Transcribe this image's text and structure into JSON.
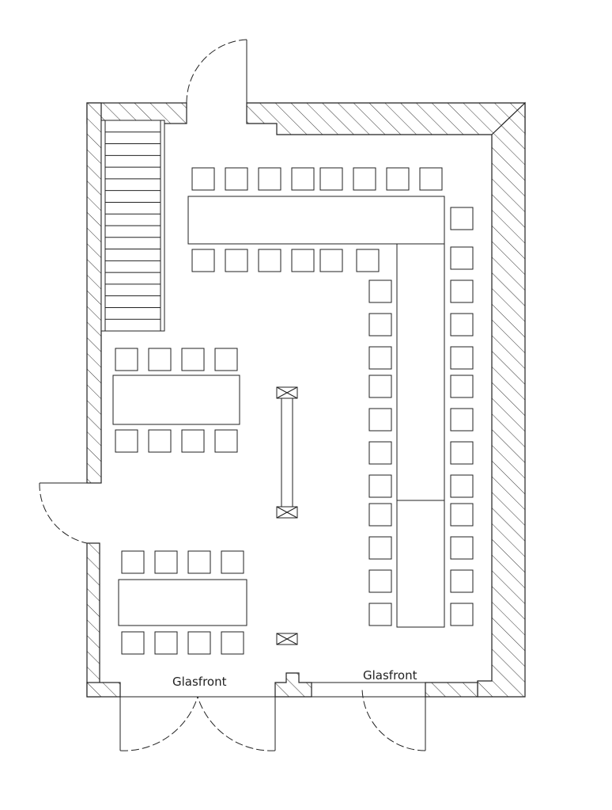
{
  "floor_plan": {
    "labels": {
      "glasfront_left": "Glasfront",
      "glasfront_right": "Glasfront"
    },
    "colors": {
      "line": "#222222",
      "wall_hatch": "#333333",
      "background": "#ffffff"
    },
    "furniture_counts": {
      "stair_treads": 18,
      "top_table_chairs": 14,
      "counter_chairs": 24,
      "left_table_chairs": 8,
      "lower_table_chairs": 8,
      "pillars": 3
    }
  }
}
